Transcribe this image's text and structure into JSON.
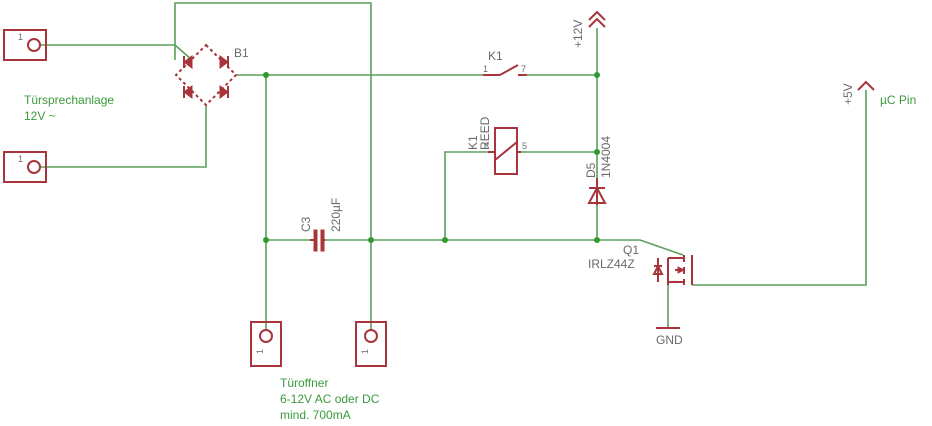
{
  "labels": {
    "b1": "B1",
    "k1": "K1",
    "k1_value": "REED",
    "k1_switch": "K1",
    "d5": "D5",
    "d5_value": "1N4004",
    "c3": "C3",
    "c3_value": "220µF",
    "q1": "Q1",
    "q1_value": "IRLZ44Z",
    "supply_12v": "+12V",
    "supply_5v": "+5V",
    "gnd": "GND",
    "uc_pin": "µC Pin"
  },
  "pins": {
    "connector": "1",
    "relay_contact_in": "1",
    "relay_contact_out": "7",
    "coil_a": "3",
    "coil_b": "5"
  },
  "notes": {
    "intercom_line1": "Türsprechanlage",
    "intercom_line2": "12V ~",
    "opener_line1": "Türoffner",
    "opener_line2": "6-12V AC oder DC",
    "opener_line3": "mind. 700mA"
  },
  "colors": {
    "wire": "#5aa05a",
    "part": "#a8343c",
    "junction": "#2e9a2e",
    "label": "#6a6a6a",
    "note": "#3b9a3b"
  }
}
